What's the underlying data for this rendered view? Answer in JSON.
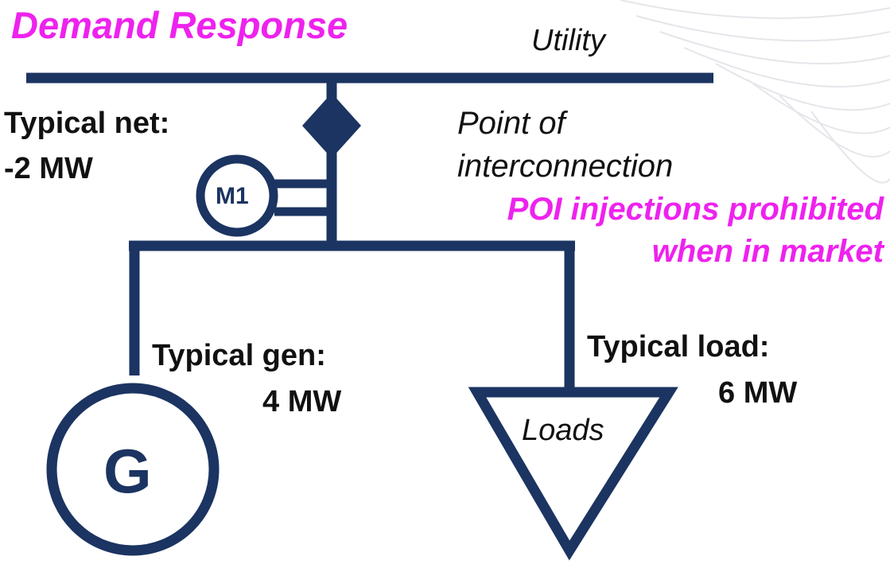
{
  "title": "Demand Response",
  "labels": {
    "utility": "Utility",
    "poi_line1": "Point of",
    "poi_line2": "interconnection",
    "poi_note_line1": "POI injections prohibited",
    "poi_note_line2": "when in market",
    "net_line1": "Typical net:",
    "net_line2": "-2 MW",
    "meter": "M1",
    "gen_line1": "Typical gen:",
    "gen_line2": "4 MW",
    "generator": "G",
    "load_line1": "Typical load:",
    "load_line2": "6 MW",
    "loads": "Loads"
  },
  "colors": {
    "line": "#1b3461",
    "accent": "#ee22ee",
    "text": "#111111",
    "background_pattern": "#e4e6ea"
  }
}
